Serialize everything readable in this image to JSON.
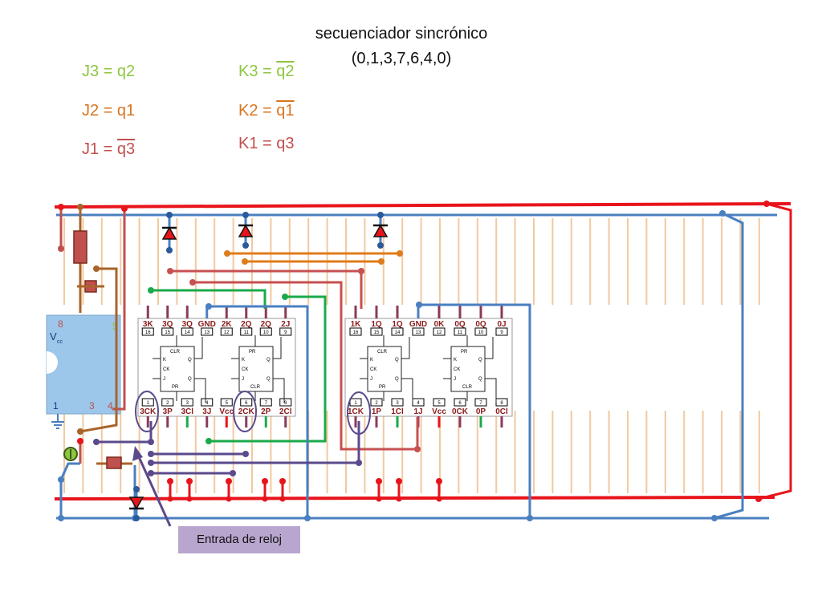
{
  "title": {
    "line1": "secuenciador sincrónico",
    "line2": "(0,1,3,7,6,4,0)"
  },
  "equations": {
    "j3": {
      "prefix": "J3 = ",
      "var": "q2",
      "negated": false,
      "color": "#8dc63f"
    },
    "k3": {
      "prefix": "K3 = ",
      "var": "q2",
      "negated": true,
      "color": "#8dc63f"
    },
    "j2": {
      "prefix": "J2 = ",
      "var": "q1",
      "negated": false,
      "color": "#d9751f"
    },
    "k2": {
      "prefix": "K2 = ",
      "var": "q1",
      "negated": true,
      "color": "#d9751f"
    },
    "j1": {
      "prefix": "J1 = ",
      "var": "q3",
      "negated": true,
      "color": "#c0504d"
    },
    "k1": {
      "prefix": "K1 = ",
      "var": "q3",
      "negated": false,
      "color": "#c0504d"
    }
  },
  "timer_ic": {
    "label_vcc": "V",
    "label_vcc_sub": "cc",
    "pins": {
      "p8": "8",
      "p5": "5",
      "p1": "1",
      "p3": "3",
      "p4": "4"
    }
  },
  "chip_left": {
    "top_labels": [
      "3K",
      "3Q",
      "3Q",
      "GND",
      "2K",
      "2Q",
      "2Q",
      "2J"
    ],
    "top_nums": [
      "16",
      "15",
      "14",
      "13",
      "12",
      "11",
      "10",
      "9"
    ],
    "bottom_labels": [
      "3CK",
      "3P",
      "3Cl",
      "3J",
      "Vcc",
      "2CK",
      "2P",
      "2Cl"
    ],
    "bottom_nums": [
      "1",
      "2",
      "3",
      "4",
      "5",
      "6",
      "7",
      "8"
    ]
  },
  "chip_right": {
    "top_labels": [
      "1K",
      "1Q",
      "1Q",
      "GND",
      "0K",
      "0Q",
      "0Q",
      "0J"
    ],
    "top_nums": [
      "16",
      "15",
      "14",
      "13",
      "12",
      "11",
      "10",
      "9"
    ],
    "bottom_labels": [
      "1CK",
      "1P",
      "1Cl",
      "1J",
      "Vcc",
      "0CK",
      "0P",
      "0Cl"
    ],
    "bottom_nums": [
      "1",
      "2",
      "3",
      "4",
      "5",
      "6",
      "7",
      "8"
    ]
  },
  "ff_labels": {
    "clr": "CLR",
    "pr": "PR",
    "k": "K",
    "ck": "CK",
    "j": "J",
    "q": "Q"
  },
  "clock_label": "Entrada de reloj",
  "colors": {
    "rail_pos": "#e8141b",
    "rail_neg": "#4a7fc0",
    "strip": "#f2c9a0",
    "chip_body": "#ffffff",
    "timer_body": "#9cc6ea",
    "wire_green": "#1aaa4a",
    "wire_orange": "#e07b1a",
    "wire_brown": "#a8642a",
    "wire_red": "#c75050",
    "wire_purple": "#5b4a8c",
    "wire_blue": "#4a7fc0",
    "diode": "#e8141b"
  }
}
